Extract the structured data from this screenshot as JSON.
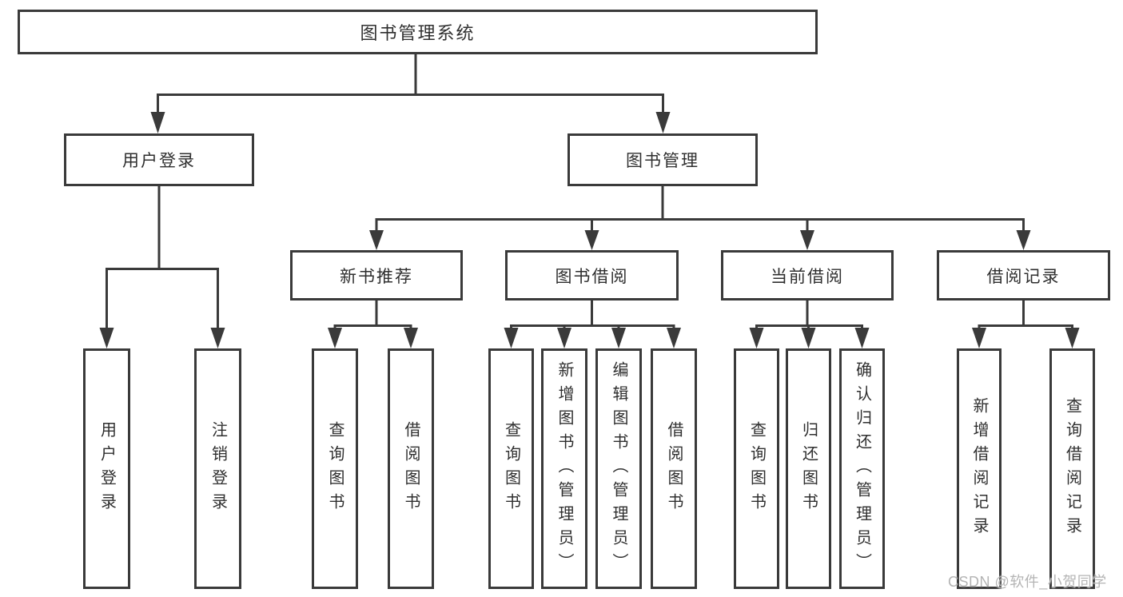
{
  "diagram": {
    "title": "图书管理系统",
    "level2": {
      "user_login": "用户登录",
      "book_mgmt": "图书管理"
    },
    "level3": {
      "new_books": "新书推荐",
      "book_borrow": "图书借阅",
      "current_borrow": "当前借阅",
      "borrow_records": "借阅记录"
    },
    "leaves": {
      "user_login": [
        "用户登录",
        "注销登录"
      ],
      "new_books": [
        "查询图书",
        "借阅图书"
      ],
      "book_borrow": [
        "查询图书",
        "新增图书（管理员）",
        "编辑图书（管理员）",
        "借阅图书"
      ],
      "current_borrow": [
        "查询图书",
        "归还图书",
        "确认归还（管理员）"
      ],
      "borrow_records": [
        "新增借阅记录",
        "查询借阅记录"
      ]
    }
  },
  "watermark": "CSDN @软件_小贺同学",
  "colors": {
    "line": "#3a3a3a",
    "text": "#2f2f2f",
    "watermark": "#b4b4b4",
    "background": "#ffffff"
  }
}
